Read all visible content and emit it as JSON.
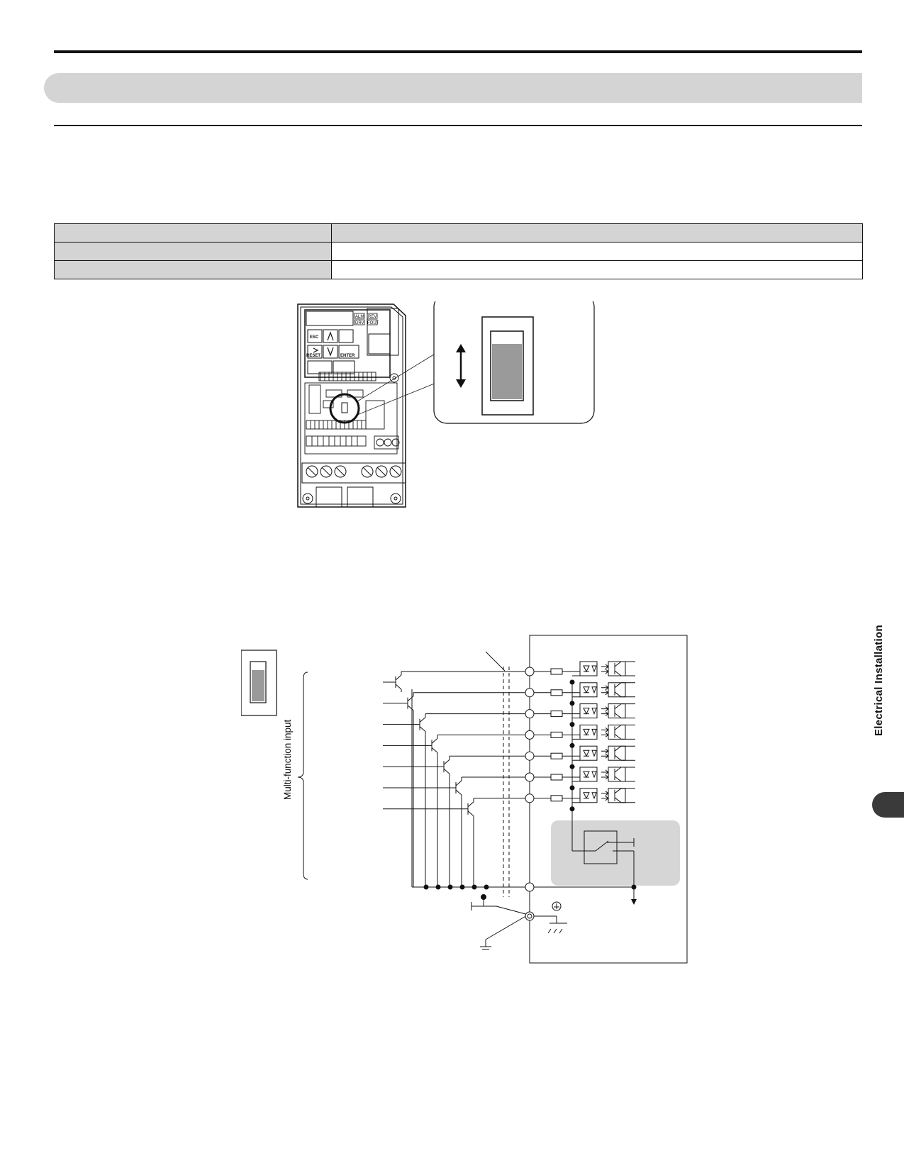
{
  "header": {
    "rule_color": "#111111",
    "section_band_color": "#d4d4d4"
  },
  "switch_table": {
    "header_color": "#d4d4d4",
    "rows": [
      {
        "setting": "",
        "description": ""
      },
      {
        "setting": "",
        "description": ""
      }
    ]
  },
  "figure_drive": {
    "display_indicators": [
      "ALM",
      "REV",
      "DRV",
      "FOUT"
    ],
    "keys": [
      "ESC",
      "RESET",
      "ENTER"
    ],
    "terminal_labels": [
      "",
      "",
      "",
      "",
      "",
      ""
    ]
  },
  "figure_wiring": {
    "multi_function_label": "Multi-function input",
    "input_count": 7
  },
  "side_tab": {
    "label": "Electrical Installation",
    "color": "#3a3a3a"
  }
}
